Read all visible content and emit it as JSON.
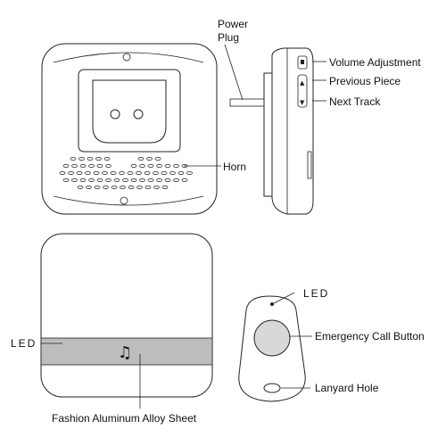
{
  "labels": {
    "power_plug_line1": "Power",
    "power_plug_line2": "Plug",
    "volume_adjustment": "Volume Adjustment",
    "previous_piece": "Previous Piece",
    "next_track": "Next Track",
    "horn": "Horn",
    "led_receiver": "LED",
    "led_button": "LED",
    "emergency_call_button": "Emergency Call Button",
    "lanyard_hole": "Lanyard Hole",
    "fashion_sheet": "Fashion Aluminum Alloy Sheet"
  },
  "icons": {
    "music_note": "music-note-icon",
    "led_dot": "led-indicator-icon"
  },
  "colors": {
    "outline": "#222222",
    "band": "#bdbdbd",
    "accent_fill": "#d8d8d8",
    "text": "#111111"
  }
}
